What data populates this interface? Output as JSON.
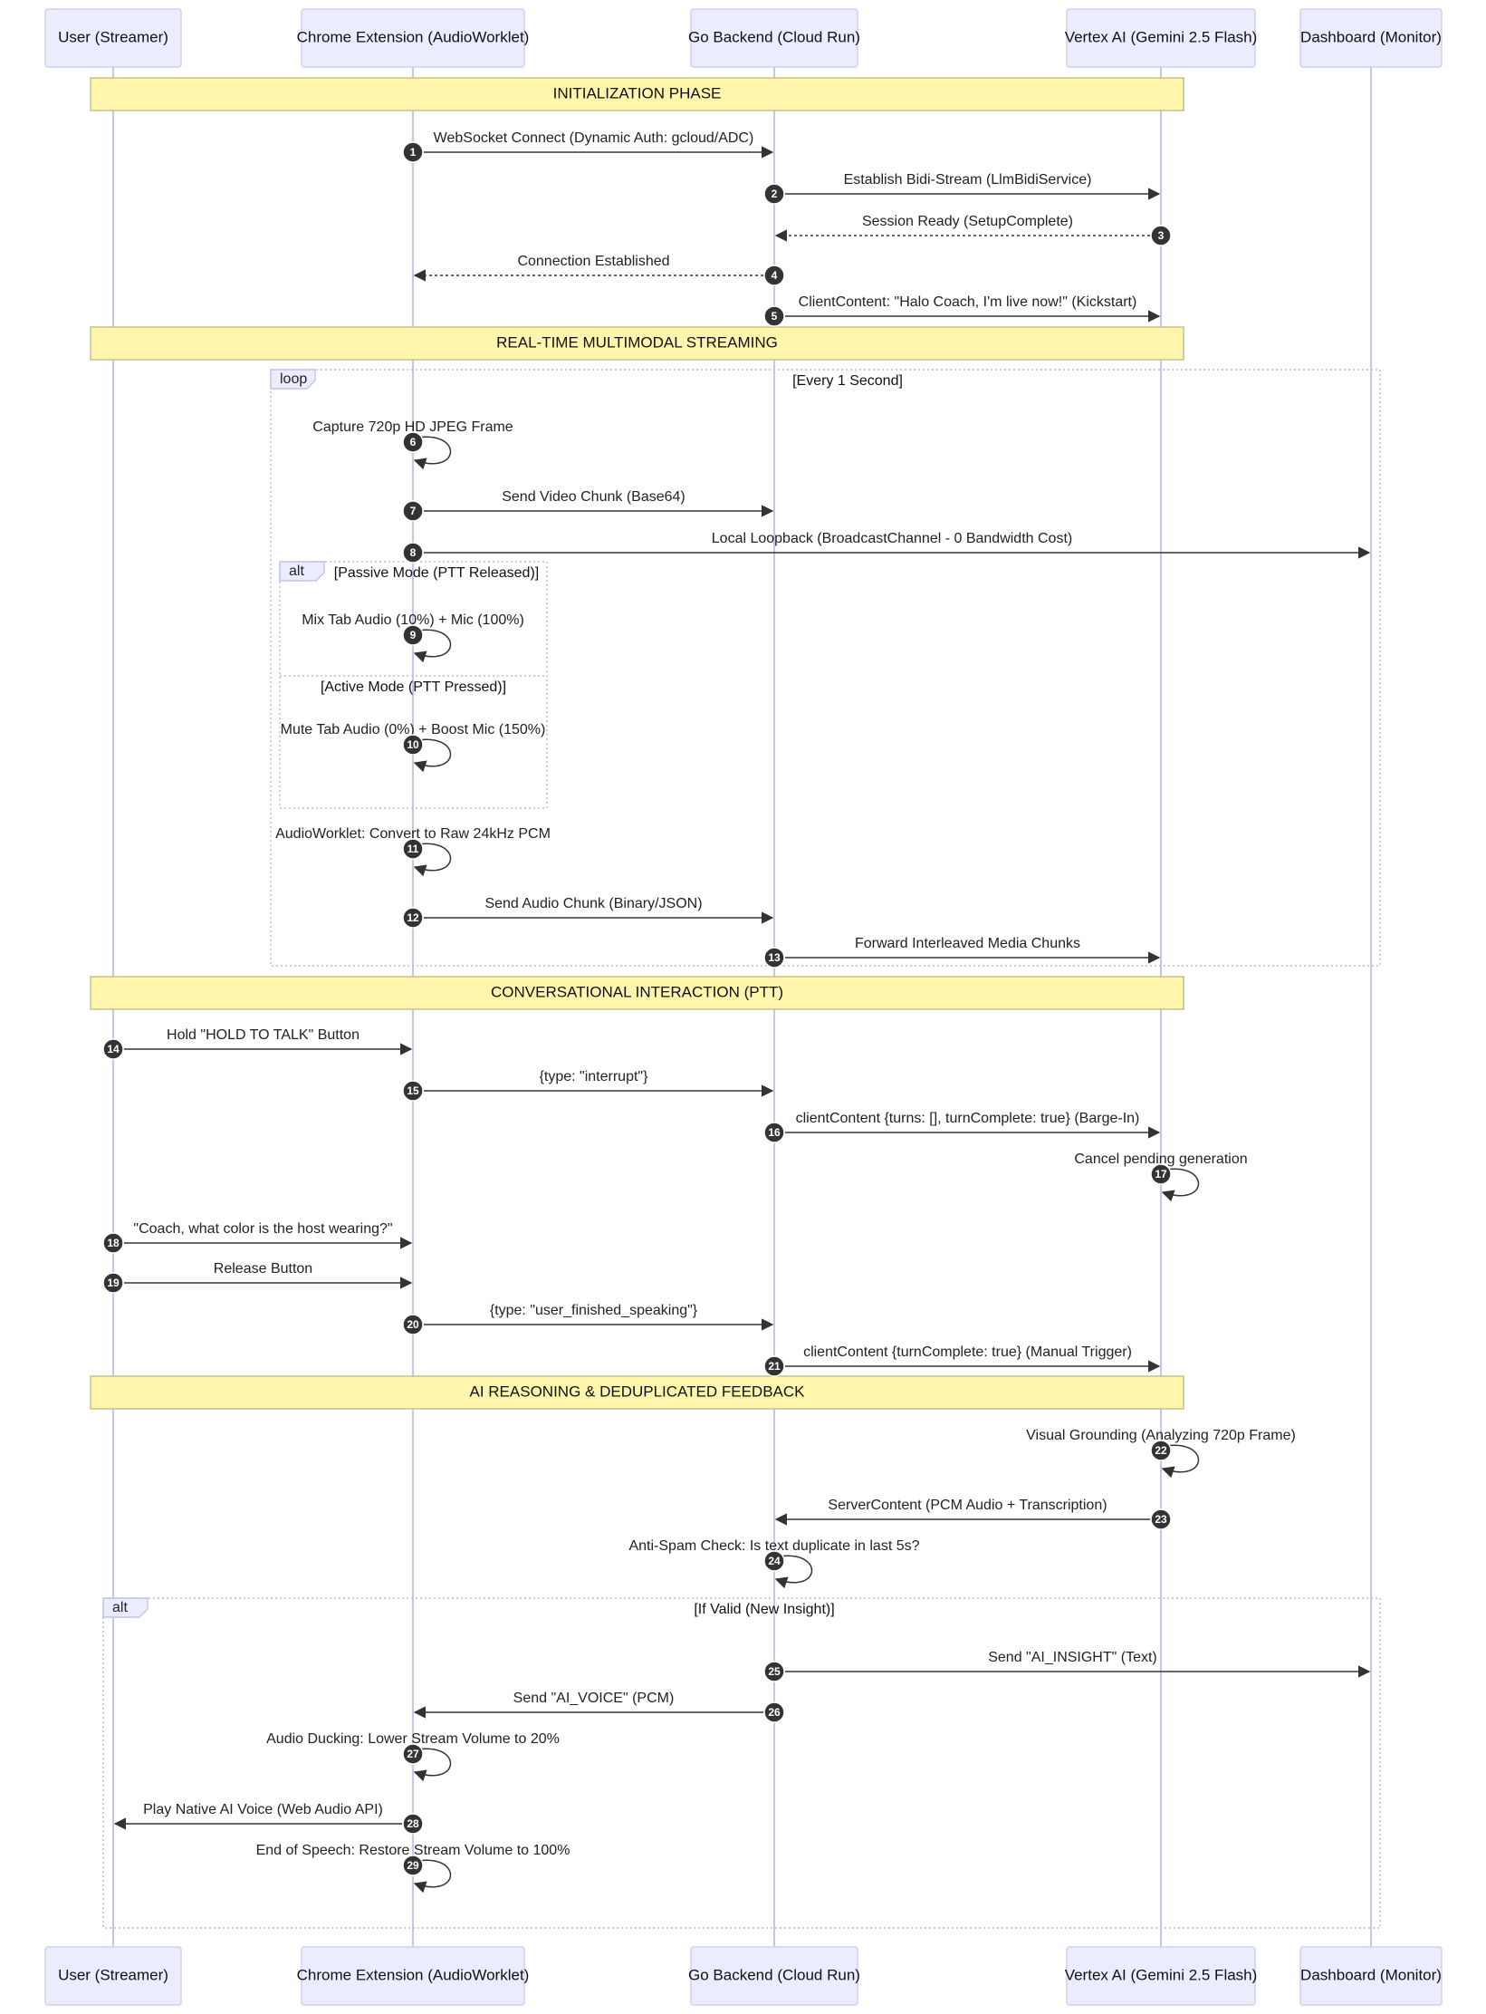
{
  "participants": [
    {
      "id": "user",
      "label": "User (Streamer)"
    },
    {
      "id": "ext",
      "label": "Chrome Extension (AudioWorklet)"
    },
    {
      "id": "backend",
      "label": "Go Backend (Cloud Run)"
    },
    {
      "id": "vertex",
      "label": "Vertex AI (Gemini 2.5 Flash)"
    },
    {
      "id": "dashboard",
      "label": "Dashboard (Monitor)"
    }
  ],
  "phases": [
    {
      "label": "INITIALIZATION PHASE"
    },
    {
      "label": "REAL-TIME MULTIMODAL STREAMING"
    },
    {
      "label": "CONVERSATIONAL INTERACTION (PTT)"
    },
    {
      "label": "AI REASONING & DEDUPLICATED FEEDBACK"
    }
  ],
  "frames": [
    {
      "type": "loop",
      "condition": "[Every 1 Second]"
    },
    {
      "type": "alt",
      "condition": "[Passive Mode (PTT Released)]",
      "else_condition": "[Active Mode (PTT Pressed)]"
    },
    {
      "type": "alt",
      "condition": "[If Valid (New Insight)]"
    }
  ],
  "messages": [
    {
      "num": "1",
      "from": "ext",
      "to": "backend",
      "label": "WebSocket Connect (Dynamic Auth: gcloud/ADC)",
      "style": "solid"
    },
    {
      "num": "2",
      "from": "backend",
      "to": "vertex",
      "label": "Establish Bidi-Stream (LlmBidiService)",
      "style": "solid"
    },
    {
      "num": "3",
      "from": "vertex",
      "to": "backend",
      "label": "Session Ready (SetupComplete)",
      "style": "dashed"
    },
    {
      "num": "4",
      "from": "backend",
      "to": "ext",
      "label": "Connection Established",
      "style": "dashed"
    },
    {
      "num": "5",
      "from": "backend",
      "to": "vertex",
      "label": "ClientContent: \"Halo Coach, I'm live now!\" (Kickstart)",
      "style": "solid"
    },
    {
      "num": "6",
      "from": "ext",
      "to": "ext",
      "label": "Capture 720p HD JPEG Frame",
      "style": "self"
    },
    {
      "num": "7",
      "from": "ext",
      "to": "backend",
      "label": "Send Video Chunk (Base64)",
      "style": "solid"
    },
    {
      "num": "8",
      "from": "ext",
      "to": "dashboard",
      "label": "Local Loopback (BroadcastChannel - 0 Bandwidth Cost)",
      "style": "solid"
    },
    {
      "num": "9",
      "from": "ext",
      "to": "ext",
      "label": "Mix Tab Audio (10%) + Mic (100%)",
      "style": "self"
    },
    {
      "num": "10",
      "from": "ext",
      "to": "ext",
      "label": "Mute Tab Audio (0%) + Boost Mic (150%)",
      "style": "self"
    },
    {
      "num": "11",
      "from": "ext",
      "to": "ext",
      "label": "AudioWorklet: Convert to Raw 24kHz PCM",
      "style": "self"
    },
    {
      "num": "12",
      "from": "ext",
      "to": "backend",
      "label": "Send Audio Chunk (Binary/JSON)",
      "style": "solid"
    },
    {
      "num": "13",
      "from": "backend",
      "to": "vertex",
      "label": "Forward Interleaved Media Chunks",
      "style": "solid"
    },
    {
      "num": "14",
      "from": "user",
      "to": "ext",
      "label": "Hold \"HOLD TO TALK\" Button",
      "style": "solid"
    },
    {
      "num": "15",
      "from": "ext",
      "to": "backend",
      "label": "{type: \"interrupt\"}",
      "style": "solid"
    },
    {
      "num": "16",
      "from": "backend",
      "to": "vertex",
      "label": "clientContent {turns: [], turnComplete: true} (Barge-In)",
      "style": "solid"
    },
    {
      "num": "17",
      "from": "vertex",
      "to": "vertex",
      "label": "Cancel pending generation",
      "style": "self"
    },
    {
      "num": "18",
      "from": "user",
      "to": "ext",
      "label": "\"Coach, what color is the host wearing?\"",
      "style": "solid"
    },
    {
      "num": "19",
      "from": "user",
      "to": "ext",
      "label": "Release Button",
      "style": "solid"
    },
    {
      "num": "20",
      "from": "ext",
      "to": "backend",
      "label": "{type: \"user_finished_speaking\"}",
      "style": "solid"
    },
    {
      "num": "21",
      "from": "backend",
      "to": "vertex",
      "label": "clientContent {turnComplete: true} (Manual Trigger)",
      "style": "solid"
    },
    {
      "num": "22",
      "from": "vertex",
      "to": "vertex",
      "label": "Visual Grounding (Analyzing 720p Frame)",
      "style": "self"
    },
    {
      "num": "23",
      "from": "vertex",
      "to": "backend",
      "label": "ServerContent (PCM Audio + Transcription)",
      "style": "solid"
    },
    {
      "num": "24",
      "from": "backend",
      "to": "backend",
      "label": "Anti-Spam Check: Is text duplicate in last 5s?",
      "style": "self"
    },
    {
      "num": "25",
      "from": "backend",
      "to": "dashboard",
      "label": "Send \"AI_INSIGHT\" (Text)",
      "style": "solid"
    },
    {
      "num": "26",
      "from": "backend",
      "to": "ext",
      "label": "Send \"AI_VOICE\" (PCM)",
      "style": "solid"
    },
    {
      "num": "27",
      "from": "ext",
      "to": "ext",
      "label": "Audio Ducking: Lower Stream Volume to 20%",
      "style": "self"
    },
    {
      "num": "28",
      "from": "ext",
      "to": "user",
      "label": "Play Native AI Voice (Web Audio API)",
      "style": "solid"
    },
    {
      "num": "29",
      "from": "ext",
      "to": "ext",
      "label": "End of Speech: Restore Stream Volume to 100%",
      "style": "self"
    }
  ]
}
